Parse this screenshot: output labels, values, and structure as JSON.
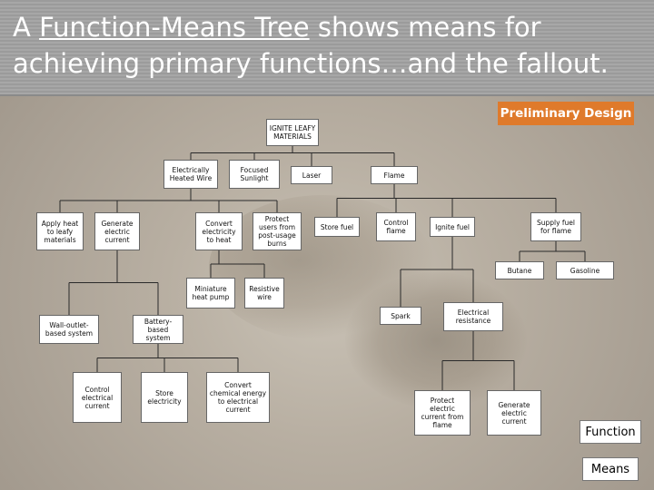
{
  "slide": {
    "title_prefix": "A ",
    "title_underlined": "Function-Means Tree",
    "title_suffix": " shows means for achieving primary functions…and the fallout.",
    "badge": "Preliminary Design",
    "badge_color": "#df7a2b"
  },
  "diagram": {
    "nodes": {
      "root": "IGNITE LEAFY MATERIALS",
      "heated_wire": "Electrically Heated Wire",
      "sunlight": "Focused Sunlight",
      "laser": "Laser",
      "flame": "Flame",
      "apply_heat": "Apply heat to leafy materials",
      "gen_current": "Generate electric current",
      "convert_heat": "Convert electricity to heat",
      "protect_users": "Protect users from post-usage burns",
      "store_fuel": "Store fuel",
      "control_flame": "Control flame",
      "ignite_fuel": "Ignite fuel",
      "supply_fuel": "Supply fuel for flame",
      "butane": "Butane",
      "gasoline": "Gasoline",
      "heat_pump": "Miniature heat pump",
      "resistive": "Resistive wire",
      "spark": "Spark",
      "elec_resistance": "Electrical resistance",
      "wall_outlet": "Wall-outlet-based system",
      "battery": "Battery-based system",
      "control_current": "Control electrical current",
      "store_elec": "Store electricity",
      "convert_chem": "Convert chemical energy to electrical current",
      "protect_current": "Protect electric current from flame",
      "generate_current": "Generate electric current"
    },
    "edges": [
      [
        "root",
        "heated_wire"
      ],
      [
        "root",
        "sunlight"
      ],
      [
        "root",
        "laser"
      ],
      [
        "root",
        "flame"
      ],
      [
        "heated_wire",
        "apply_heat"
      ],
      [
        "heated_wire",
        "gen_current"
      ],
      [
        "heated_wire",
        "convert_heat"
      ],
      [
        "heated_wire",
        "protect_users"
      ],
      [
        "flame",
        "store_fuel"
      ],
      [
        "flame",
        "control_flame"
      ],
      [
        "flame",
        "ignite_fuel"
      ],
      [
        "flame",
        "supply_fuel"
      ],
      [
        "supply_fuel",
        "butane"
      ],
      [
        "supply_fuel",
        "gasoline"
      ],
      [
        "convert_heat",
        "heat_pump"
      ],
      [
        "convert_heat",
        "resistive"
      ],
      [
        "ignite_fuel",
        "spark"
      ],
      [
        "ignite_fuel",
        "elec_resistance"
      ],
      [
        "gen_current",
        "wall_outlet"
      ],
      [
        "gen_current",
        "battery"
      ],
      [
        "battery",
        "control_current"
      ],
      [
        "battery",
        "store_elec"
      ],
      [
        "battery",
        "convert_chem"
      ],
      [
        "elec_resistance",
        "protect_current"
      ],
      [
        "elec_resistance",
        "generate_current"
      ]
    ]
  },
  "legend": {
    "function": "Function",
    "means": "Means"
  }
}
